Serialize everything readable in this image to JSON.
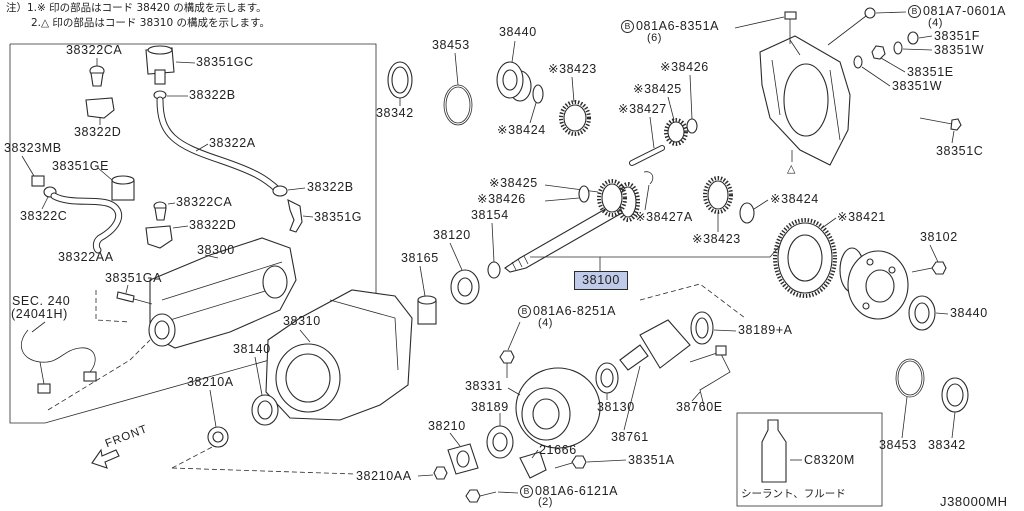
{
  "header": {
    "note1": "注）1.※ 印の部品はコード 38420 の構成を示します。",
    "note2": "2.△ 印の部品はコード 38310 の構成を示します。"
  },
  "left_box": {
    "c38322CA_a": "38322CA",
    "c38351GC": "38351GC",
    "c38322B_a": "38322B",
    "c38322D_a": "38322D",
    "c38322A": "38322A",
    "c38323MB": "38323MB",
    "c38351GE": "38351GE",
    "c38322C": "38322C",
    "c38322B_b": "38322B",
    "c38322CA_b": "38322CA",
    "c38351G": "38351G",
    "c38322D_b": "38322D",
    "c38322AA": "38322AA",
    "c38300": "38300",
    "c38351GA": "38351GA",
    "sec_ref": "SEC. 240",
    "sec_part": "(24041H)"
  },
  "front_label": "FRONT",
  "callouts": {
    "c38310": "38310",
    "c38140": "38140",
    "c38210A": "38210A",
    "c38210": "38210",
    "c38210AA": "38210AA",
    "c38165": "38165",
    "c38120": "38120",
    "c38154": "38154",
    "c38342_a": "38342",
    "c38453_a": "38453",
    "c38440_a": "38440",
    "c38423_a": "※38423",
    "c38424_a": "※38424",
    "c38426_a": "※38426",
    "c38425_a": "※38425",
    "c38427": "※38427",
    "c38425_b": "※38425",
    "c38426_b": "※38426",
    "c38427A": "※38427A",
    "c38423_b": "※38423",
    "c38424_b": "※38424",
    "c38351F": "38351F",
    "c38351W_a": "38351W",
    "c38351E": "38351E",
    "c38351W_b": "38351W",
    "c38351C": "38351C",
    "c38421": "※38421",
    "c38102": "38102",
    "c38440_b": "38440",
    "c38189A": "38189+A",
    "c38331": "38331",
    "c38189": "38189",
    "c38130": "38130",
    "c38761": "38761",
    "c38760E": "38760E",
    "c21666": "21666",
    "c38351A": "38351A",
    "c38453_b": "38453",
    "c38342_b": "38342"
  },
  "housing_mark": "△",
  "selected_part": "38100",
  "fasteners": [
    {
      "symbol": "B",
      "code": "081A6-8351A",
      "qty": "(6)"
    },
    {
      "symbol": "B",
      "code": "081A7-0601A",
      "qty": "(4)"
    },
    {
      "symbol": "B",
      "code": "081A6-8251A",
      "qty": "(4)"
    },
    {
      "symbol": "B",
      "code": "081A6-6121A",
      "qty": "(2)"
    }
  ],
  "sealant_box": {
    "part": "C8320M",
    "caption": "シーラント、フルード"
  },
  "diagram_code": "J38000MH",
  "colors": {
    "line": "#2b2b2b",
    "selected_fill": "#bfcbe8",
    "background": "#ffffff"
  }
}
